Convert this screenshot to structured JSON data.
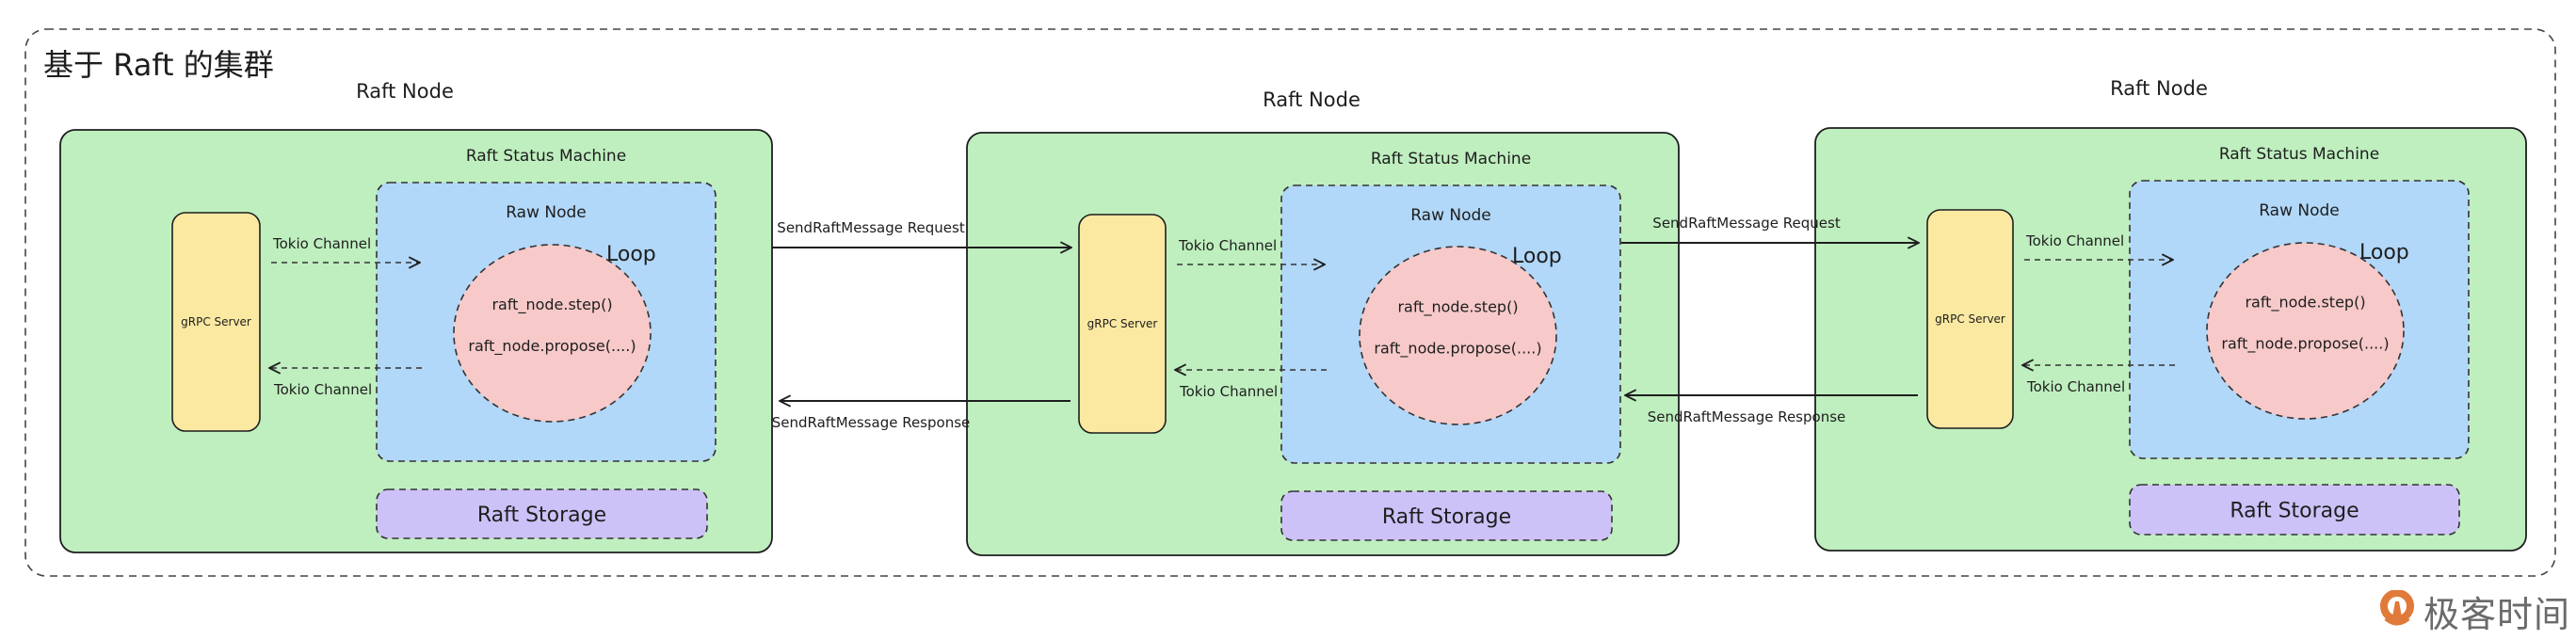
{
  "title": "基于 Raft 的集群",
  "colors": {
    "node_bg": "#bfefbf",
    "grpc_bg": "#fbe9a2",
    "raw_node_bg": "#b1d7f9",
    "loop_bg": "#f7c9c9",
    "storage_bg": "#ccc2f8",
    "stroke": "#1e1e1e",
    "logo_accent": "#e07a3a"
  },
  "nodes": [
    {
      "label": "Raft Node",
      "status_machine": "Raft Status Machine",
      "grpc": "gRPC Server",
      "raw_node": "Raw Node",
      "loop": "Loop",
      "step": "raft_node.step()",
      "propose": "raft_node.propose(....)",
      "channel_in": "Tokio Channel",
      "channel_out": "Tokio Channel",
      "storage": "Raft Storage"
    },
    {
      "label": "Raft Node",
      "status_machine": "Raft Status Machine",
      "grpc": "gRPC Server",
      "raw_node": "Raw Node",
      "loop": "Loop",
      "step": "raft_node.step()",
      "propose": "raft_node.propose(....)",
      "channel_in": "Tokio Channel",
      "channel_out": "Tokio Channel",
      "storage": "Raft Storage"
    },
    {
      "label": "Raft Node",
      "status_machine": "Raft Status Machine",
      "grpc": "gRPC Server",
      "raw_node": "Raw Node",
      "loop": "Loop",
      "step": "raft_node.step()",
      "propose": "raft_node.propose(....)",
      "channel_in": "Tokio Channel",
      "channel_out": "Tokio Channel",
      "storage": "Raft Storage"
    }
  ],
  "links": [
    {
      "from": 0,
      "to": 1,
      "request": "SendRaftMessage Request",
      "response": "SendRaftMessage Response"
    },
    {
      "from": 1,
      "to": 2,
      "request": "SendRaftMessage Request",
      "response": "SendRaftMessage Response"
    }
  ],
  "logo": {
    "text": "极客时间",
    "icon": "geektime-logo-icon"
  }
}
